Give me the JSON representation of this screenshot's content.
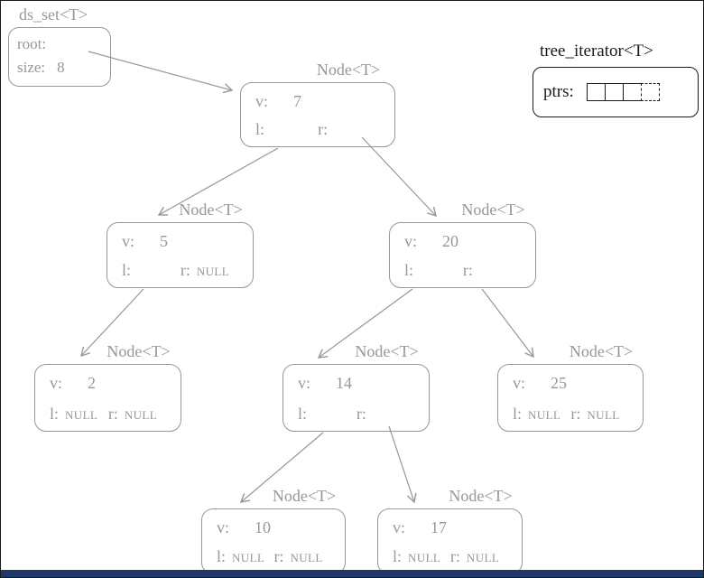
{
  "colors": {
    "diagram-gray": "#979797",
    "black": "#1a1a1a",
    "bottom-bar": "#1f3864",
    "background": "#ffffff"
  },
  "ds_set": {
    "label": "ds_set<T>",
    "root_label": "root:",
    "size_label": "size:",
    "size_value": "8"
  },
  "iterator": {
    "title": "tree_iterator<T>",
    "ptrs_label": "ptrs:",
    "cell_count": 4,
    "last_cell_style": "dashed"
  },
  "nodes": [
    {
      "id": "node-7",
      "title": "Node<T>",
      "v_label": "v:",
      "v": "7",
      "l_label": "l:",
      "l": "",
      "r_label": "r:",
      "r": ""
    },
    {
      "id": "node-5",
      "title": "Node<T>",
      "v_label": "v:",
      "v": "5",
      "l_label": "l:",
      "l": "",
      "r_label": "r:",
      "r": "NULL"
    },
    {
      "id": "node-20",
      "title": "Node<T>",
      "v_label": "v:",
      "v": "20",
      "l_label": "l:",
      "l": "",
      "r_label": "r:",
      "r": ""
    },
    {
      "id": "node-2",
      "title": "Node<T>",
      "v_label": "v:",
      "v": "2",
      "l_label": "l:",
      "l": "NULL",
      "r_label": "r:",
      "r": "NULL"
    },
    {
      "id": "node-14",
      "title": "Node<T>",
      "v_label": "v:",
      "v": "14",
      "l_label": "l:",
      "l": "",
      "r_label": "r:",
      "r": ""
    },
    {
      "id": "node-25",
      "title": "Node<T>",
      "v_label": "v:",
      "v": "25",
      "l_label": "l:",
      "l": "NULL",
      "r_label": "r:",
      "r": "NULL"
    },
    {
      "id": "node-10",
      "title": "Node<T>",
      "v_label": "v:",
      "v": "10",
      "l_label": "l:",
      "l": "NULL",
      "r_label": "r:",
      "r": "NULL"
    },
    {
      "id": "node-17",
      "title": "Node<T>",
      "v_label": "v:",
      "v": "17",
      "l_label": "l:",
      "l": "NULL",
      "r_label": "r:",
      "r": "NULL"
    }
  ],
  "edges": [
    {
      "from": "root",
      "to": "node-7"
    },
    {
      "from": "node-7.l",
      "to": "node-5"
    },
    {
      "from": "node-7.r",
      "to": "node-20"
    },
    {
      "from": "node-5.l",
      "to": "node-2"
    },
    {
      "from": "node-20.l",
      "to": "node-14"
    },
    {
      "from": "node-20.r",
      "to": "node-25"
    },
    {
      "from": "node-14.l",
      "to": "node-10"
    },
    {
      "from": "node-14.r",
      "to": "node-17"
    }
  ]
}
